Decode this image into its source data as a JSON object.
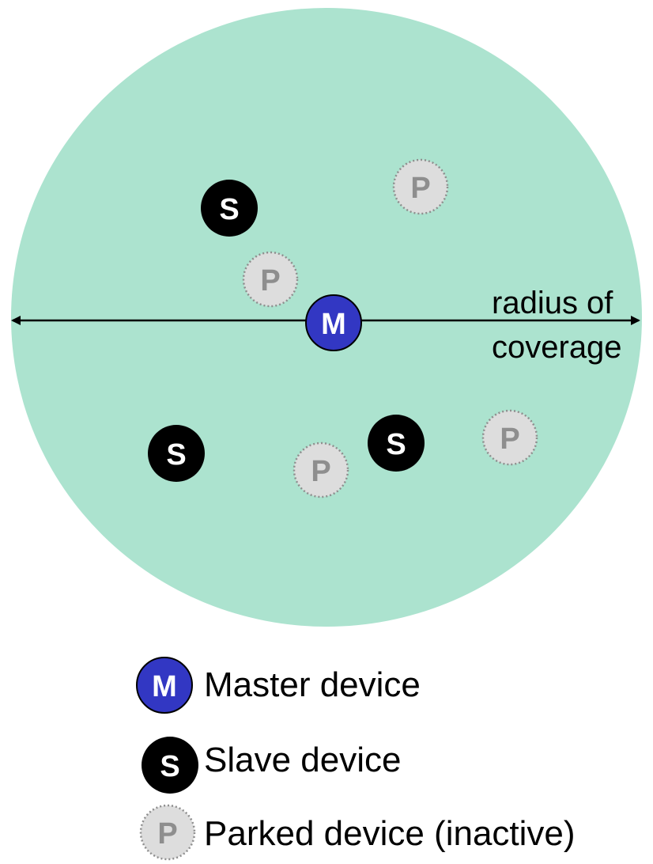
{
  "colors": {
    "coverage": "#ace3cf",
    "master": "#3237c3",
    "slave": "#000000",
    "parked": "#dddddd",
    "parked_letter": "#8e8e8e"
  },
  "annotation": {
    "line1": "radius of",
    "line2": "coverage"
  },
  "nodes": {
    "master": "M",
    "slave": "S",
    "parked": "P"
  },
  "legend": [
    {
      "letter": "M",
      "label": "Master device"
    },
    {
      "letter": "S",
      "label": "Slave device"
    },
    {
      "letter": "P",
      "label": "Parked device (inactive)"
    }
  ]
}
